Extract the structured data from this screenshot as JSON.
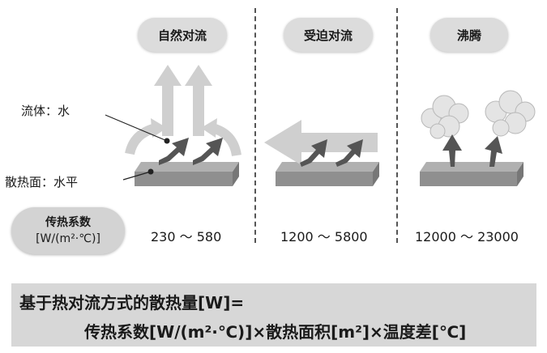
{
  "columns": {
    "natural": {
      "title": "自然对流",
      "value": "230 ～ 580"
    },
    "forced": {
      "title": "受迫对流",
      "value": "1200 ～ 5800"
    },
    "boiling": {
      "title": "沸腾",
      "value": "12000 ～ 23000"
    }
  },
  "labels": {
    "fluid": "流体：水",
    "surface": "散热面：水平"
  },
  "coefficient": {
    "line1": "传热系数",
    "line2": "[W/(m²·℃)]"
  },
  "formula": {
    "line1": "基于热对流方式的散热量[W]=",
    "line2": "传热系数[W/(m²·℃)]×散热面积[m²]×温度差[℃]"
  },
  "colors": {
    "pill": "#dcdcdc",
    "arrow_dark": "#555555",
    "arrow_light": "#cfcfcf",
    "plate": "#9a9a9a",
    "band": "#d7d7d7"
  }
}
